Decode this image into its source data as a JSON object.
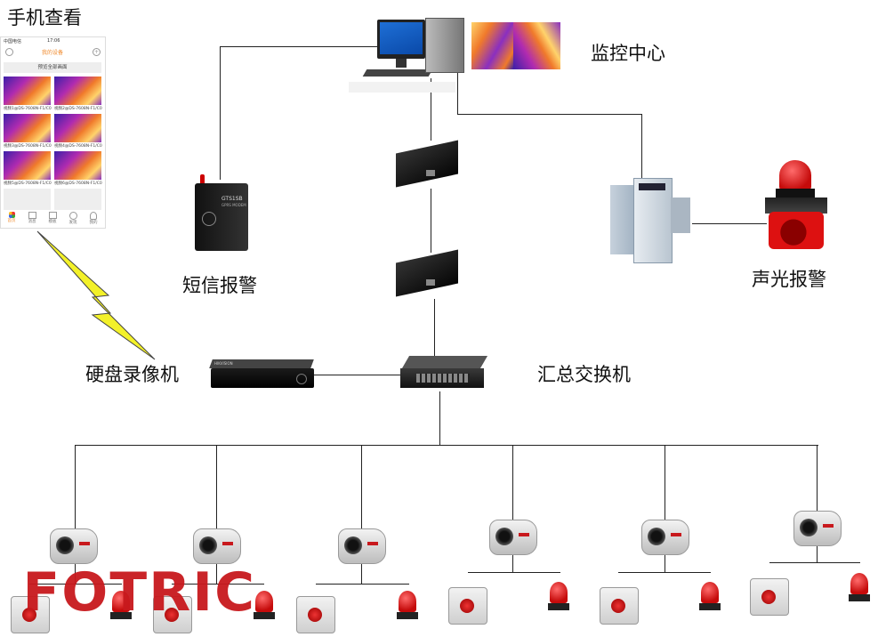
{
  "labels": {
    "mobile": "手机查看",
    "monitor_center": "监控中心",
    "sms_alarm": "短信报警",
    "sound_light_alarm": "声光报警",
    "nvr": "硬盘录像机",
    "switch": "汇总交换机"
  },
  "brand": {
    "logo_text": "FOTRIC",
    "color": "#c8191d"
  },
  "phone": {
    "carrier": "中国电信",
    "time": "17:06",
    "header_title": "我的设备",
    "preview_all": "预览全部画面",
    "captions": [
      "视频1@DS-7608N-F1/C0",
      "视频2@DS-7608N-F1/C0",
      "视频3@DS-7608N-F1/C0",
      "视频4@DS-7608N-F1/C0",
      "视频5@DS-7608N-F1/C0",
      "视频6@DS-7608N-F1/C0"
    ],
    "tabs": [
      "首页",
      "消息",
      "模板",
      "发现",
      "我的"
    ]
  },
  "sms_device": {
    "model": "GTS1SB",
    "sub": "GPRS MODEM"
  },
  "nvr_brand": "HIKVISION",
  "colors": {
    "accent_orange": "#f08a2c",
    "thermal_purple": "#7a2bb6",
    "line": "#222222"
  }
}
